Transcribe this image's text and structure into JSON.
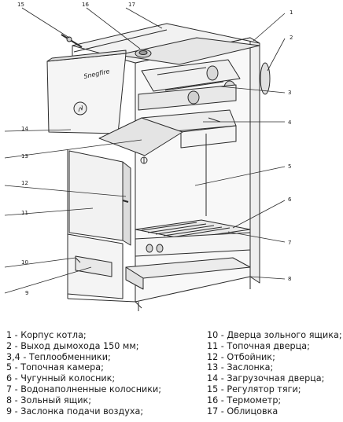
{
  "diagram": {
    "callouts": {
      "n1": "1",
      "n2": "2",
      "n3": "3",
      "n4": "4",
      "n5": "5",
      "n6": "6",
      "n7": "7",
      "n8": "8",
      "n9": "9",
      "n10": "10",
      "n11": "11",
      "n12": "12",
      "n13": "13",
      "n14": "14",
      "n15": "15",
      "n16": "16",
      "n17": "17"
    },
    "logo_text": "Snegfire"
  },
  "legend": {
    "left": [
      "1 - Корпус котла;",
      "2 - Выход дымохода 150 мм;",
      "3,4 - Теплообменники;",
      "5 - Топочная камера;",
      "6 - Чугунный колосник;",
      "7 - Водонаполненные колосники;",
      "8 - Зольный ящик;",
      "9 - Заслонка подачи воздуха;"
    ],
    "right": [
      "10 - Дверца зольного ящика;",
      "11 - Топочная дверца;",
      "12 - Отбойник;",
      "13 - Заслонка;",
      "14 - Загрузочная дверца;",
      "15 - Регулятор тяги;",
      "16 - Термометр;",
      "17 - Облицовка"
    ]
  }
}
